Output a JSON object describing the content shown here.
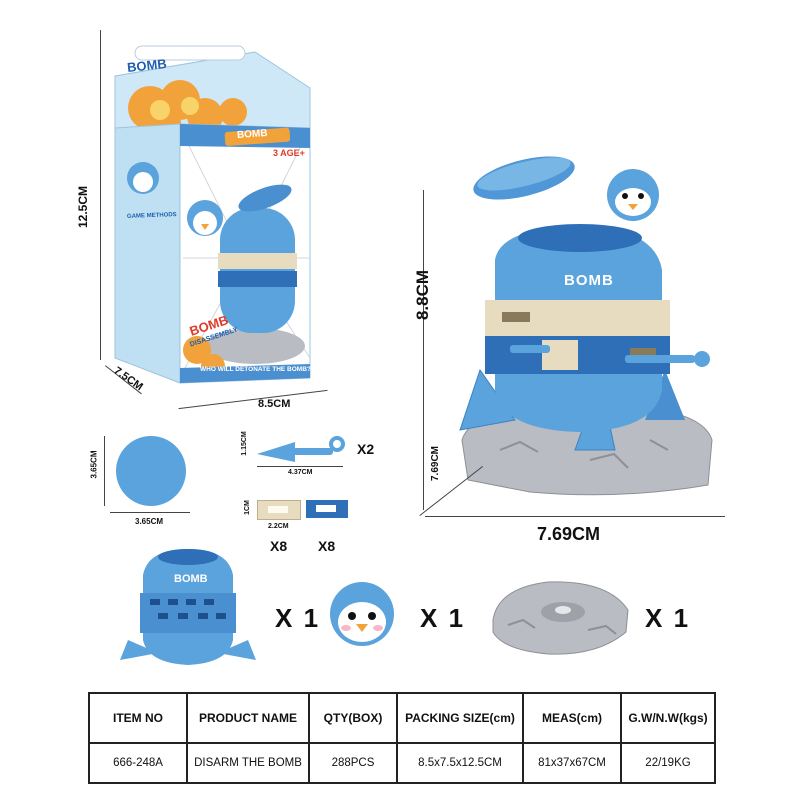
{
  "box": {
    "brand_top": "BOMB",
    "brand_front": "BOMB",
    "age": "3 AGE+",
    "tagline": "WHO WILL DETONATE THE BOMB?",
    "sticker_top": "BOMB",
    "sticker_bottom": "DISASSEMBLY",
    "side_label": "GAME METHODS"
  },
  "toy_label": "BOMB",
  "dims": {
    "box_height": "12.5CM",
    "box_depth": "7.5CM",
    "box_width": "8.5CM",
    "toy_height": "8.8CM",
    "toy_depth": "7.69CM",
    "toy_width": "7.69CM",
    "ball_height": "3.65CM",
    "ball_width": "3.65CM",
    "sword_height": "1.15CM",
    "sword_width": "4.37CM",
    "sword_qty": "X2",
    "block_height": "1CM",
    "block_width": "2.2CM",
    "block_qty_a": "X8",
    "block_qty_b": "X8"
  },
  "parts_qty": {
    "barrel": "X 1",
    "penguin": "X 1",
    "base": "X 1"
  },
  "table": {
    "headers": [
      "ITEM NO",
      "PRODUCT NAME",
      "QTY(BOX)",
      "PACKING SIZE(cm)",
      "MEAS(cm)",
      "G.W/N.W(kgs)"
    ],
    "row": [
      "666-248A",
      "DISARM THE BOMB",
      "288PCS",
      "8.5x7.5x12.5CM",
      "81x37x67CM",
      "22/19KG"
    ]
  },
  "colors": {
    "toy_blue": "#5aa3dc",
    "toy_dark_blue": "#2f6fb8",
    "block_cream": "#e8dcc0",
    "rock_gray": "#b9bcc2",
    "box_sky": "#bfe0f3",
    "explosion_orange": "#f2a23a"
  }
}
